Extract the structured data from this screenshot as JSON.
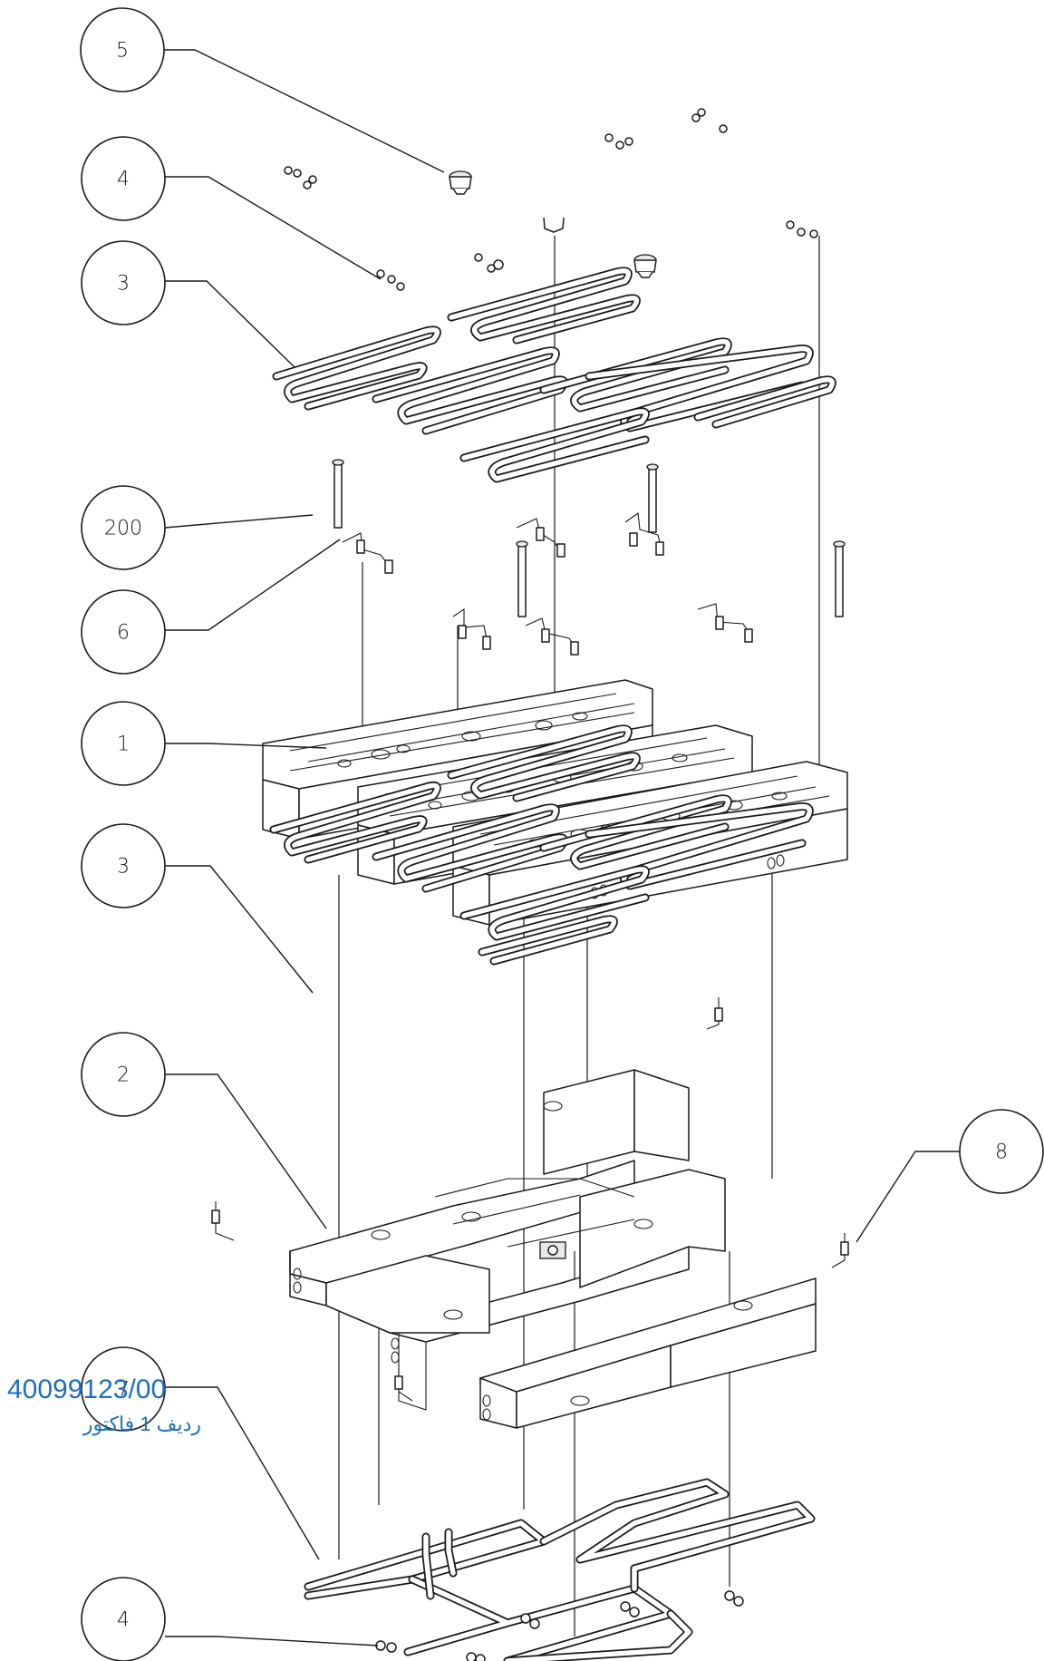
{
  "balloons": [
    {
      "id": "balloon-5",
      "label": "5"
    },
    {
      "id": "balloon-4-top",
      "label": "4"
    },
    {
      "id": "balloon-3-top",
      "label": "3"
    },
    {
      "id": "balloon-200",
      "label": "200"
    },
    {
      "id": "balloon-6",
      "label": "6"
    },
    {
      "id": "balloon-1",
      "label": "1"
    },
    {
      "id": "balloon-3-mid",
      "label": "3"
    },
    {
      "id": "balloon-2",
      "label": "2"
    },
    {
      "id": "balloon-8",
      "label": "8"
    },
    {
      "id": "balloon-7",
      "label": "7"
    },
    {
      "id": "balloon-4-bottom",
      "label": "4"
    }
  ],
  "annotation": {
    "document_number": "40099123/00",
    "row_label": "ردیف 1 فاکتور"
  },
  "colors": {
    "line": "#1a1a1a",
    "annotation": "#1f6fb8"
  }
}
